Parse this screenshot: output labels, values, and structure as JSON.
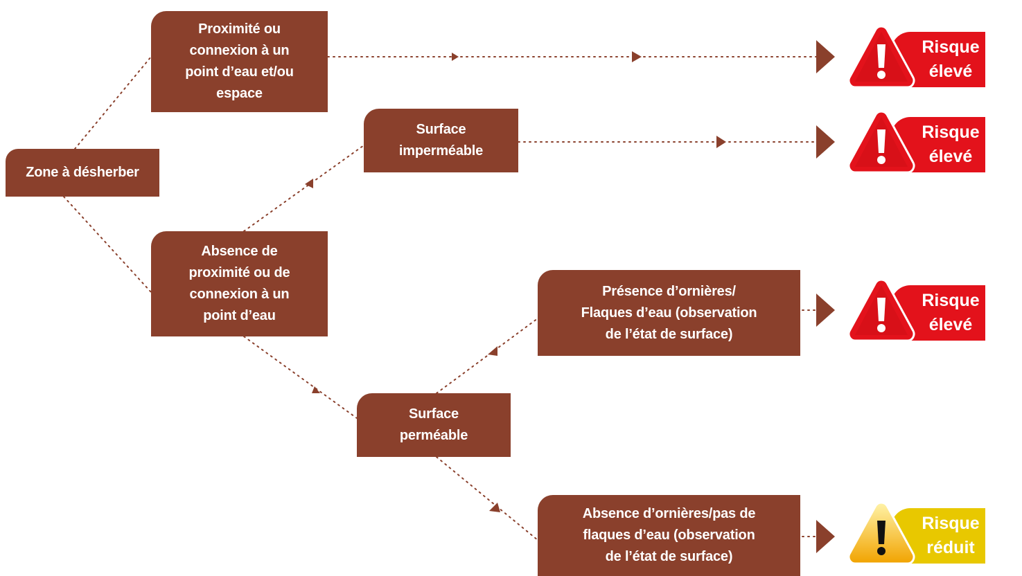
{
  "nodes": {
    "zone": "Zone à désherber",
    "proximite": "Proximité ou\nconnexion à un\npoint d’eau et/ou\nespace",
    "absence_proximite": "Absence de\nproximité ou de\nconnexion à un\npoint d’eau",
    "surface_impermeable": "Surface\nimperméable",
    "surface_permeable": "Surface\nperméable",
    "presence_ornieres": "Présence d’ornières/\nFlaques d’eau (observation\nde l’état de surface)",
    "absence_ornieres": "Absence d’ornières/pas de\nflaques d’eau (observation\nde l’état de surface)"
  },
  "risks": [
    {
      "label": "Risque\nélevé",
      "level": "high",
      "icon": "warning-red-icon"
    },
    {
      "label": "Risque\nélevé",
      "level": "high",
      "icon": "warning-red-icon"
    },
    {
      "label": "Risque\nélevé",
      "level": "high",
      "icon": "warning-red-icon"
    },
    {
      "label": "Risque\nréduit",
      "level": "low",
      "icon": "warning-yellow-icon"
    }
  ],
  "colors": {
    "node_fill": "#8a402c",
    "connector": "#8a402c",
    "risk_high": "#e3121b",
    "risk_low": "#e8c800",
    "risk_low_text": "#ffffff"
  }
}
